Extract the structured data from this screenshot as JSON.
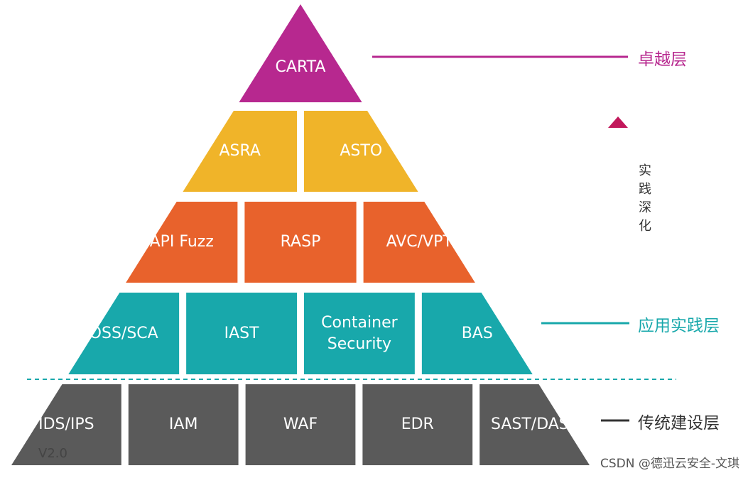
{
  "pyramid": {
    "tiers": [
      {
        "id": "excellence",
        "color": "#b7288f",
        "blocks": [
          "CARTA"
        ]
      },
      {
        "id": "practice-upper",
        "color": "#f0b429",
        "blocks": [
          "ASRA",
          "ASTO"
        ]
      },
      {
        "id": "practice-middle",
        "color": "#e8622c",
        "blocks": [
          "API Fuzz",
          "RASP",
          "AVC/VPT"
        ]
      },
      {
        "id": "application",
        "color": "#18a8ab",
        "blocks": [
          "OSS/SCA",
          "IAST",
          "Container\nSecurity",
          "BAS"
        ]
      },
      {
        "id": "traditional",
        "color": "#5a5a5a",
        "blocks": [
          "IDS/IPS",
          "IAM",
          "WAF",
          "EDR",
          "SAST/DAST"
        ]
      }
    ]
  },
  "layers": {
    "excellence": {
      "label": "卓越层",
      "color": "#b7288f"
    },
    "application": {
      "label": "应用实践层",
      "color": "#18a8ab"
    },
    "traditional": {
      "label": "传统建设层",
      "color": "#333333"
    }
  },
  "arrow": {
    "label": "实践深化",
    "color_top": "#c2185b",
    "color_bottom": "#1a9aa6"
  },
  "divider_color": "#18a8ab",
  "version": "V2.0",
  "watermark": "CSDN @德迅云安全-文琪"
}
